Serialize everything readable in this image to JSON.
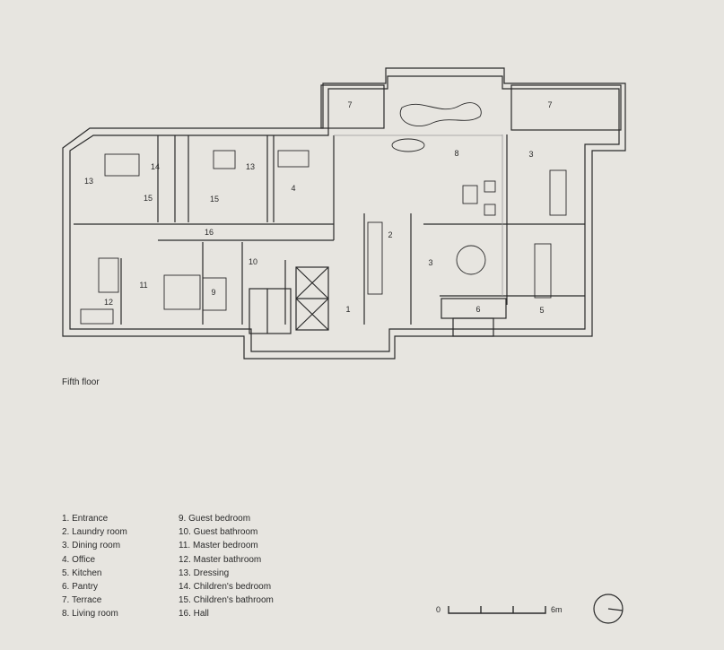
{
  "caption": "Fifth floor",
  "room_labels": [
    {
      "num": "1"
    },
    {
      "num": "2"
    },
    {
      "num": "3"
    },
    {
      "num": "3"
    },
    {
      "num": "4"
    },
    {
      "num": "5"
    },
    {
      "num": "6"
    },
    {
      "num": "7"
    },
    {
      "num": "7"
    },
    {
      "num": "8"
    },
    {
      "num": "9"
    },
    {
      "num": "10"
    },
    {
      "num": "11"
    },
    {
      "num": "12"
    },
    {
      "num": "13"
    },
    {
      "num": "13"
    },
    {
      "num": "14"
    },
    {
      "num": "15"
    },
    {
      "num": "15"
    },
    {
      "num": "16"
    }
  ],
  "legend": {
    "col1": [
      "1. Entrance",
      "2. Laundry room",
      "3. Dining room",
      "4. Office",
      "5. Kitchen",
      "6. Pantry",
      "7. Terrace",
      "8. Living room"
    ],
    "col2": [
      "9. Guest bedroom",
      "10. Guest bathroom",
      "11. Master bedroom",
      "12. Master bathroom",
      "13. Dressing",
      "14. Children's bedroom",
      "15. Children's bathroom",
      "16. Hall"
    ]
  },
  "scale": {
    "start": "0",
    "end": "6m"
  }
}
